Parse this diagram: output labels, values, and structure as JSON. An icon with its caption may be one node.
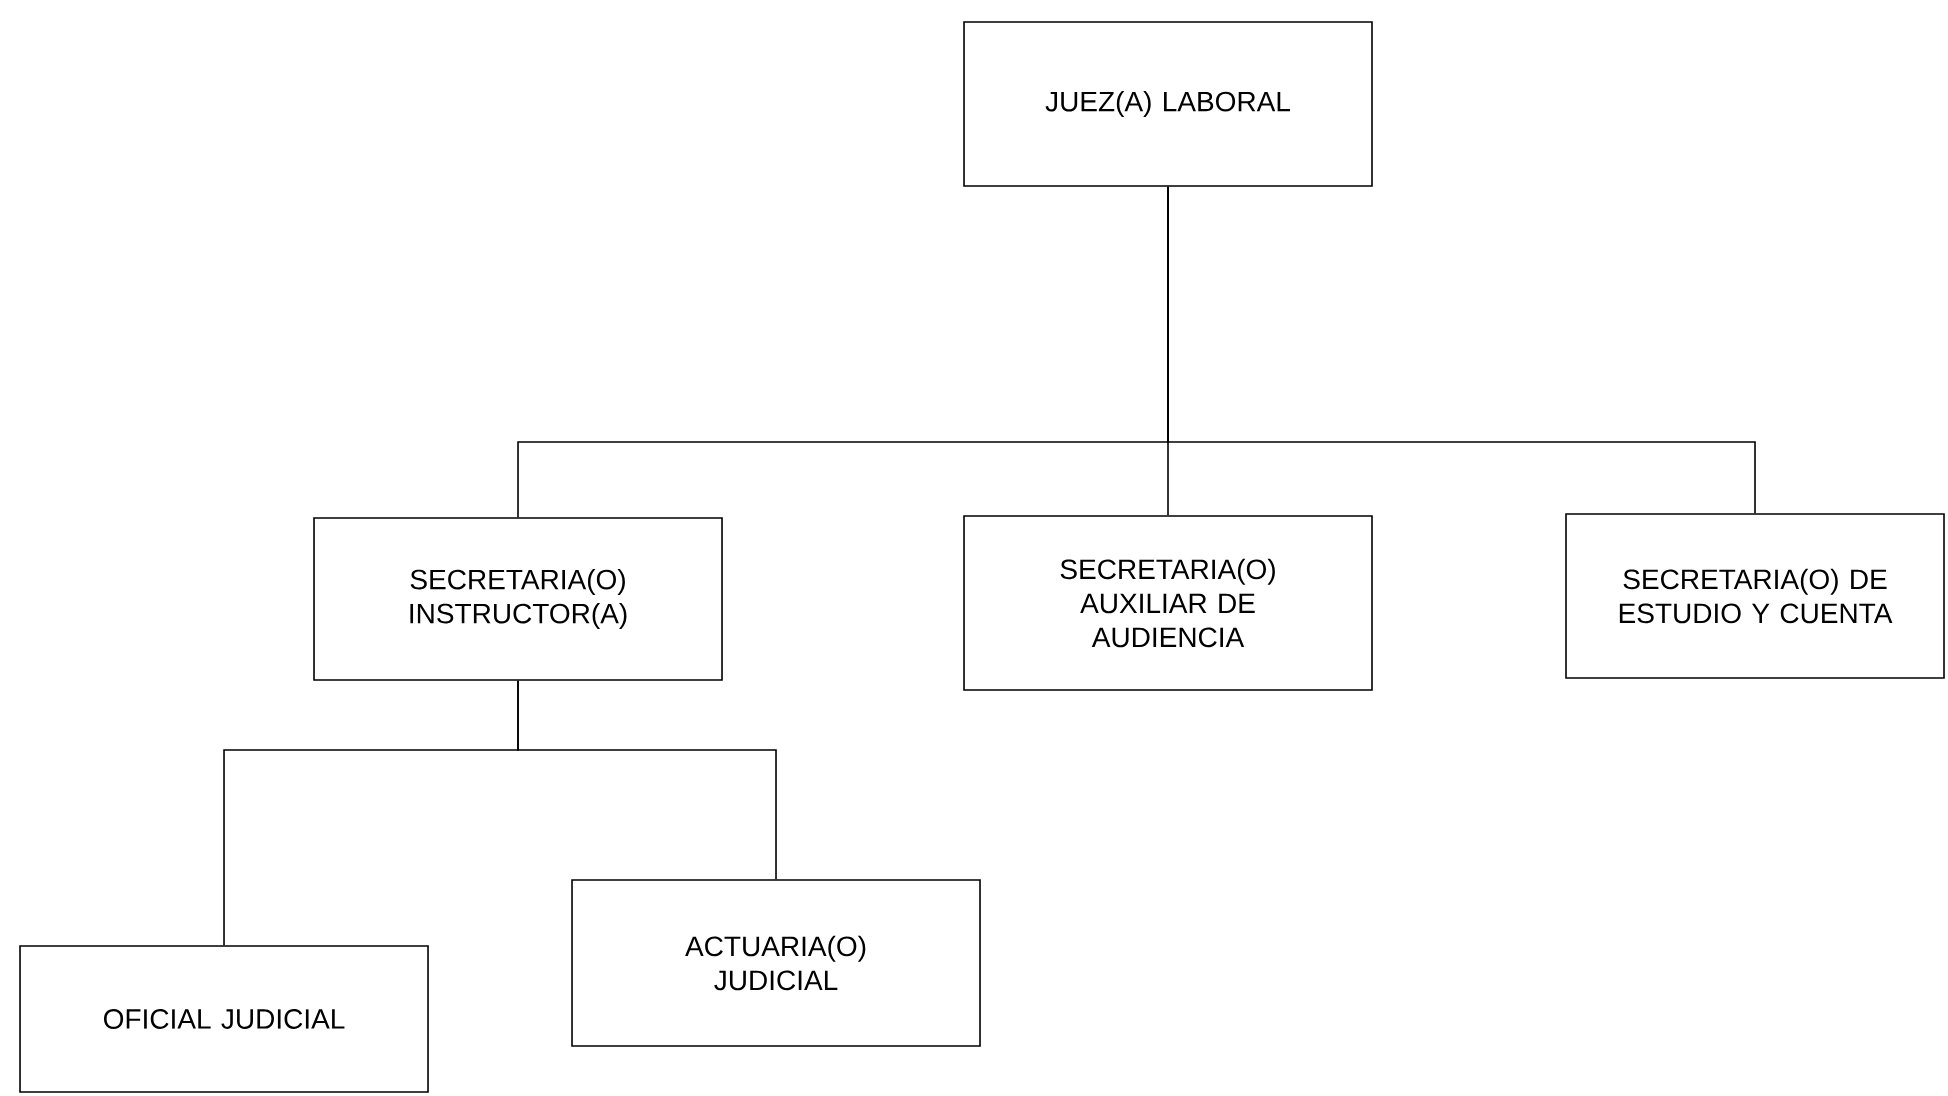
{
  "diagram": {
    "nodes": [
      {
        "text": [
          "JUEZ(A) LABORAL"
        ]
      },
      {
        "text": [
          "SECRETARIA(O) INSTRUCTOR(A)"
        ]
      },
      {
        "text": [
          "SECRETARIA(O) AUXILIAR DE AUDIENCIA"
        ]
      },
      {
        "text": [
          "SECRETARIA(O) DE ESTUDIO Y CUENTA"
        ]
      },
      {
        "text": [
          "OFICIAL JUDICIAL"
        ]
      },
      {
        "text": [
          "ACTUARIA(O) JUDICIAL"
        ]
      }
    ],
    "edges": [
      {
        "from": 0,
        "to": 1,
        "arrow": "none"
      },
      {
        "from": 0,
        "to": 2,
        "arrow": "none"
      },
      {
        "from": 0,
        "to": 3,
        "arrow": "none"
      },
      {
        "from": 1,
        "to": 4,
        "arrow": "none"
      },
      {
        "from": 1,
        "to": 5,
        "arrow": "none"
      }
    ]
  }
}
